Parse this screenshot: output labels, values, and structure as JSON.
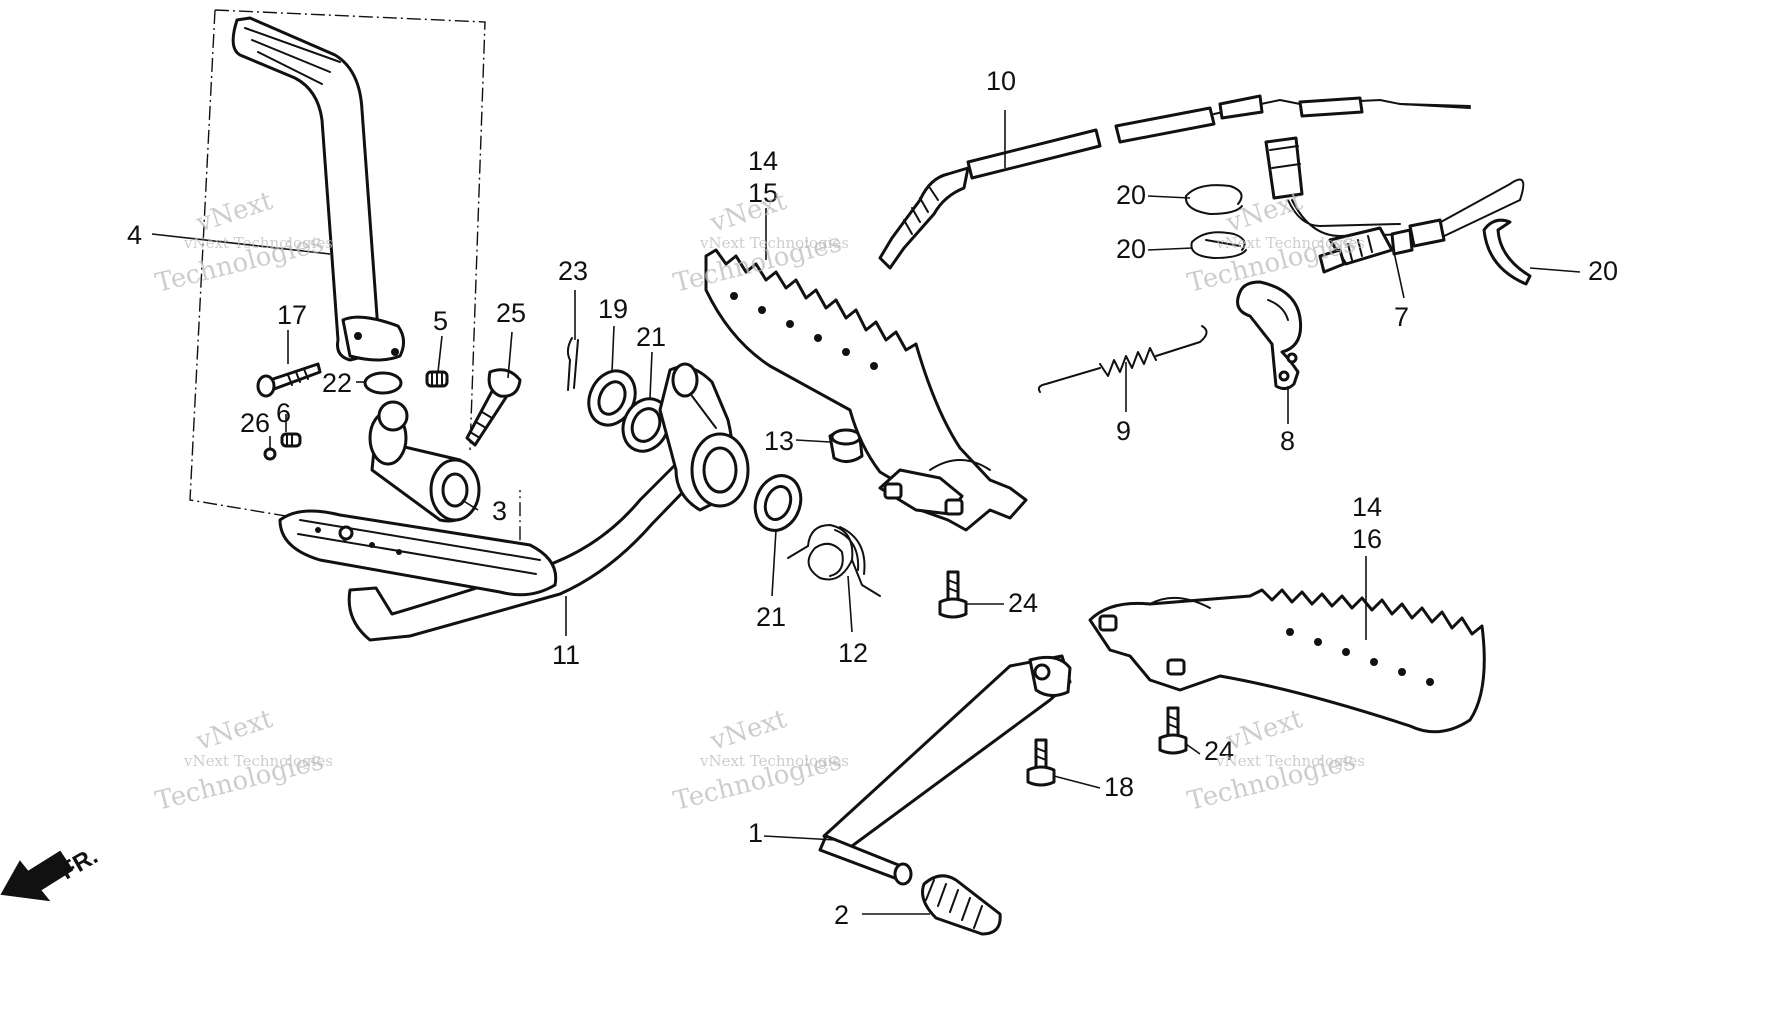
{
  "diagram": {
    "callouts": {
      "c1": "1",
      "c2": "2",
      "c3": "3",
      "c4": "4",
      "c5": "5",
      "c6": "6",
      "c7": "7",
      "c8": "8",
      "c9": "9",
      "c10": "10",
      "c11": "11",
      "c12": "12",
      "c13": "13",
      "c14a": "14",
      "c15": "15",
      "c14b": "14",
      "c16": "16",
      "c17": "17",
      "c18": "18",
      "c19": "19",
      "c20a": "20",
      "c20b": "20",
      "c20c": "20",
      "c21a": "21",
      "c21b": "21",
      "c22": "22",
      "c23": "23",
      "c24a": "24",
      "c24b": "24",
      "c25": "25",
      "c26": "26"
    },
    "direction_label": "FR.",
    "watermark": {
      "small": "vNext Technologies",
      "line1": "vNext",
      "line2": "Technologies"
    }
  },
  "colors": {
    "ink": "#111111",
    "paper": "#ffffff",
    "watermark": "#bdbdbd"
  }
}
